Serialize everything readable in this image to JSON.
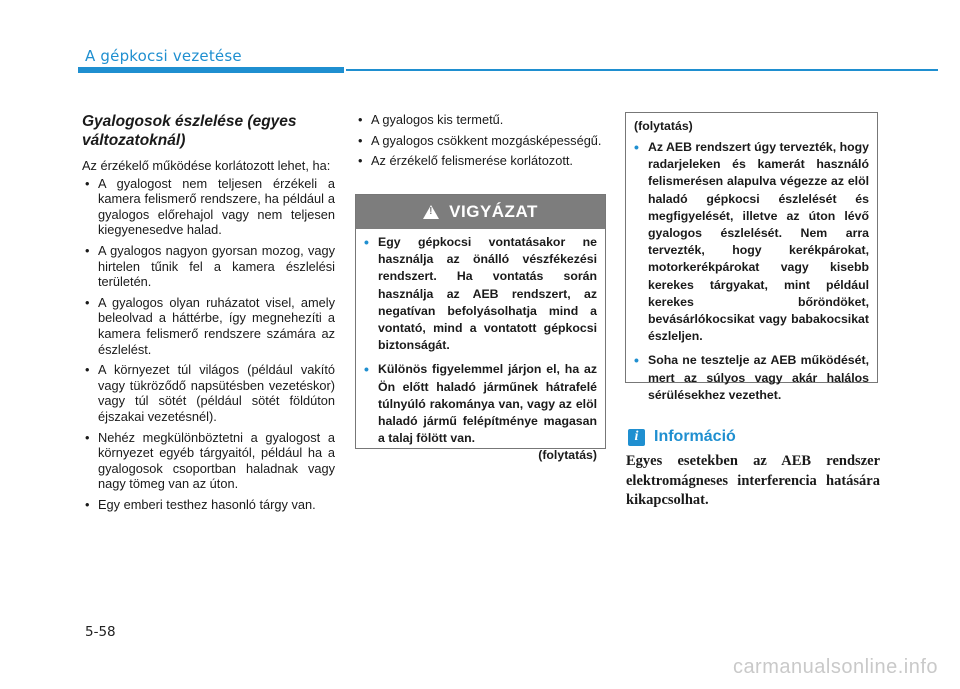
{
  "header": {
    "section_title": "A gépkocsi vezetése"
  },
  "colors": {
    "accent": "#1f8fd0",
    "warning_header": "#7d7d7d"
  },
  "column1": {
    "heading": "Gyalogosok észlelése (egyes változatoknál)",
    "intro": "Az érzékelő működése korlátozott lehet, ha:",
    "items": [
      "A gyalogost nem teljesen érzékeli a kamera felismerő rendszere, ha például a gyalogos előrehajol vagy nem teljesen kiegyenesedve halad.",
      "A gyalogos nagyon gyorsan mozog, vagy hirtelen tűnik fel a kamera észlelési területén.",
      "A gyalogos olyan ruházatot visel, amely beleolvad a háttérbe, így meg­nehezíti a kamera felismerő rendszere számára az észlelést.",
      "A környezet túl világos (például vakító vagy tükröződő napsütésben vezetés­kor) vagy túl sötét (például sötét föld­úton éjszakai vezetésnél).",
      "Nehéz megkülönböztetni a gyalogost a környezet egyéb tárgyaitól, például ha a gyalogosok csoportban haladnak vagy nagy tömeg van az úton.",
      "Egy emberi testhez hasonló tárgy van."
    ]
  },
  "column2": {
    "items": [
      "A gyalogos kis termetű.",
      "A gyalogos csökkent mozgásképessé­gű.",
      "Az érzékelő felismerése korlátozott."
    ]
  },
  "warning": {
    "title": "VIGYÁZAT",
    "icon": "warning-triangle-icon",
    "items": [
      "Egy gépkocsi vontatásakor ne használja az önálló vészfékezési rendszert. Ha vontatás során használja az AEB rendszert, az negatívan befolyásolhatja mind a vontató, mind a vontatott gépko­csi biztonságát.",
      "Különös figyelemmel járjon el, ha az Ön előtt haladó járműnek hát­rafelé túlnyúló rakománya van, vagy az elöl haladó jármű felépít­ménye magasan a talaj fölött van."
    ],
    "continued": "(folytatás)"
  },
  "continued_box": {
    "top_label": "(folytatás)",
    "items": [
      "Az AEB rendszert úgy tervezték, hogy radarjeleken és kamerát használó felismerésen alapulva végezze az elöl haladó gépkocsi észlelését és megfigyelését, illet­ve az úton lévő gyalogos észle­lését. Nem arra tervezték, hogy kerékpárokat, motorkerékpárokat vagy kisebb kerekes tárgyakat, mint például kerekes bőröndöket, bevásárlókocsikat vagy babako­csikat észleljen.",
      "Soha ne tesztelje az AEB műkö­dését, mert az súlyos vagy akár halálos sérülésekhez vezethet."
    ]
  },
  "info": {
    "icon_glyph": "i",
    "title": "Információ",
    "text": "Egyes esetekben az AEB rendszer elektromágneses interferencia hatásá­ra kikapcsolhat."
  },
  "footer": {
    "page_number": "5-58",
    "watermark": "carmanualsonline.info"
  }
}
